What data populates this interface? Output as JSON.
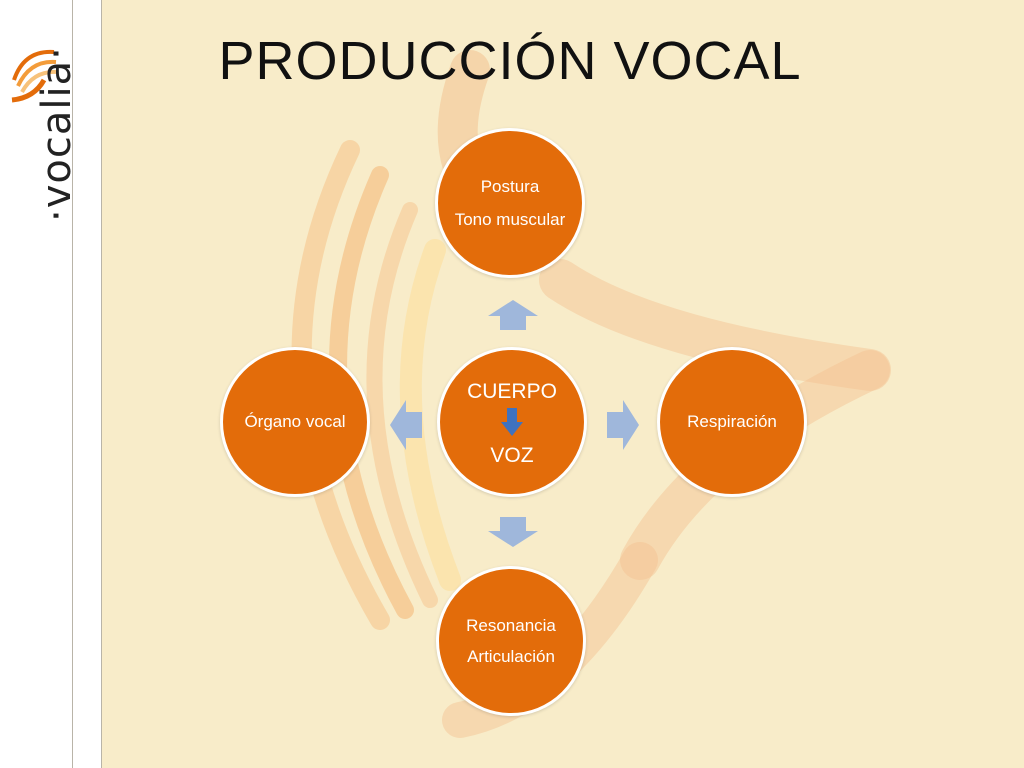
{
  "title": "PRODUCCIÓN VOCAL",
  "logo": {
    "text": "·vocalia·",
    "icon": "stylized-bird-swoosh"
  },
  "diagram": {
    "center": {
      "top_label": "CUERPO",
      "bottom_label": "VOZ"
    },
    "nodes": {
      "top": {
        "line1": "Postura",
        "line2": "Tono muscular"
      },
      "right": {
        "line1": "Respiración"
      },
      "bottom": {
        "line1": "Resonancia",
        "line2": "Articulación"
      },
      "left": {
        "line1": "Órgano vocal"
      }
    }
  },
  "colors": {
    "background": "#f8ecc9",
    "node": "#e36c0a",
    "arrow": "#9fb7db",
    "center_arrow": "#3f72bf",
    "decor_arcs": "#f3c290"
  }
}
